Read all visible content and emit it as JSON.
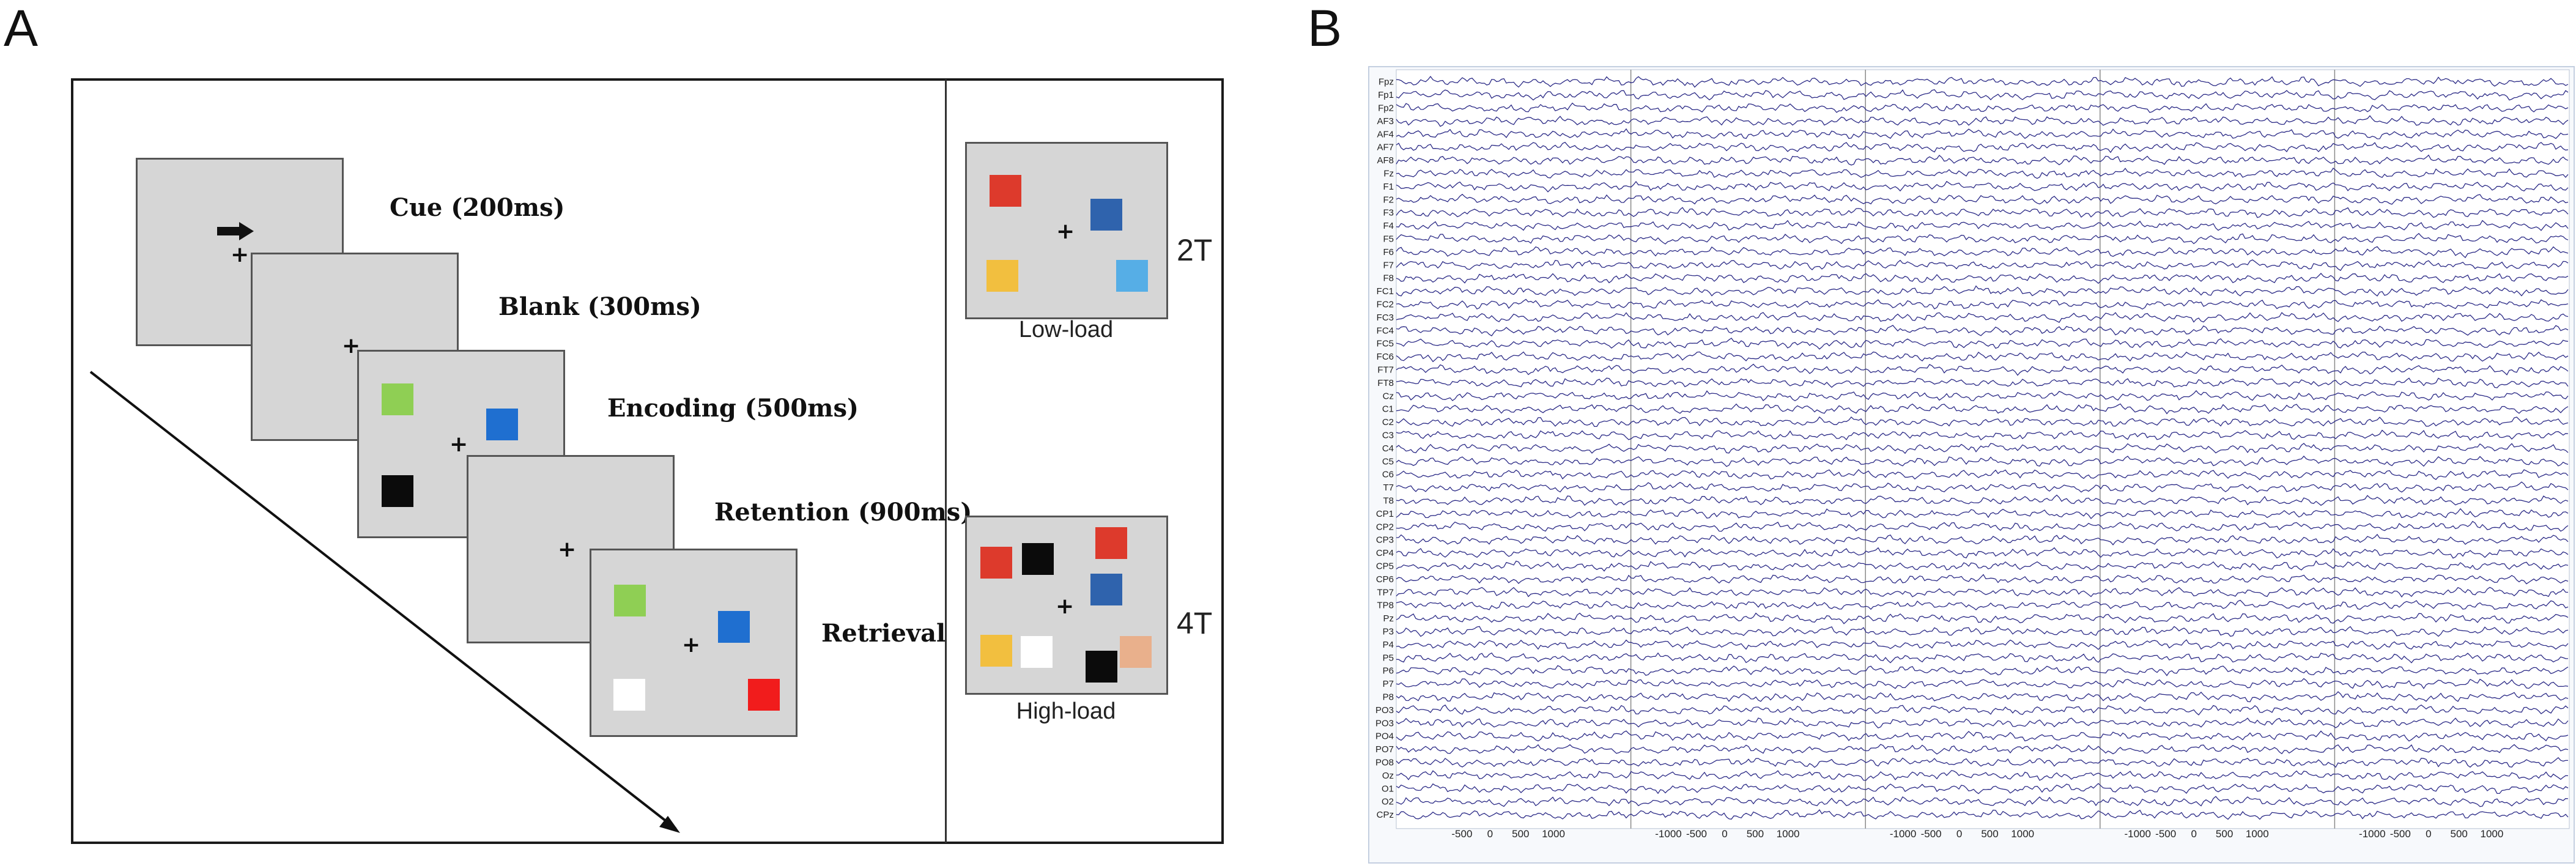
{
  "panel_a": {
    "letter": "A",
    "stages": [
      {
        "label": "Cue (200ms)"
      },
      {
        "label": "Blank (300ms)"
      },
      {
        "label": "Encoding (500ms)"
      },
      {
        "label": "Retention (900ms)"
      },
      {
        "label": "Retrieval"
      }
    ],
    "fixation": "+",
    "conditions": [
      {
        "tag": "2T",
        "caption": "Low-load"
      },
      {
        "tag": "4T",
        "caption": "High-load"
      }
    ],
    "colors": {
      "screen_bg": "#d6d6d6",
      "red": "#dd3a2c",
      "blue": "#2f63ad",
      "light_blue": "#56aee6",
      "yellow": "#f2bf3f",
      "green": "#8fcf54",
      "black": "#0b0b0b",
      "white": "#ffffff",
      "peach": "#e9b08c",
      "bright_red": "#f11c1c",
      "encoding_blue": "#1f6fd0"
    }
  },
  "panel_b": {
    "letter": "B",
    "channels": [
      "Fpz",
      "Fp1",
      "Fp2",
      "AF3",
      "AF4",
      "AF7",
      "AF8",
      "Fz",
      "F1",
      "F2",
      "F3",
      "F4",
      "F5",
      "F6",
      "F7",
      "F8",
      "FC1",
      "FC2",
      "FC3",
      "FC4",
      "FC5",
      "FC6",
      "FT7",
      "FT8",
      "Cz",
      "C1",
      "C2",
      "C3",
      "C4",
      "C5",
      "C6",
      "T7",
      "T8",
      "CP1",
      "CP2",
      "CP3",
      "CP4",
      "CP5",
      "CP6",
      "TP7",
      "TP8",
      "Pz",
      "P3",
      "P4",
      "P5",
      "P6",
      "P7",
      "P8",
      "PO3",
      "PO3",
      "PO4",
      "PO7",
      "PO8",
      "Oz",
      "O1",
      "O2",
      "CPz"
    ],
    "x_ticks": [
      "-500",
      "0",
      "500",
      "1000",
      "-1000",
      "-500",
      "0",
      "500",
      "1000",
      "-1000",
      "-500",
      "0",
      "500",
      "1000",
      "-1000",
      "-500",
      "0",
      "500",
      "1000",
      "-1000",
      "-500",
      "0",
      "500",
      "1000"
    ],
    "colors": {
      "trace": "#2b2a86",
      "epoch_line": "#8a8a8a"
    }
  }
}
